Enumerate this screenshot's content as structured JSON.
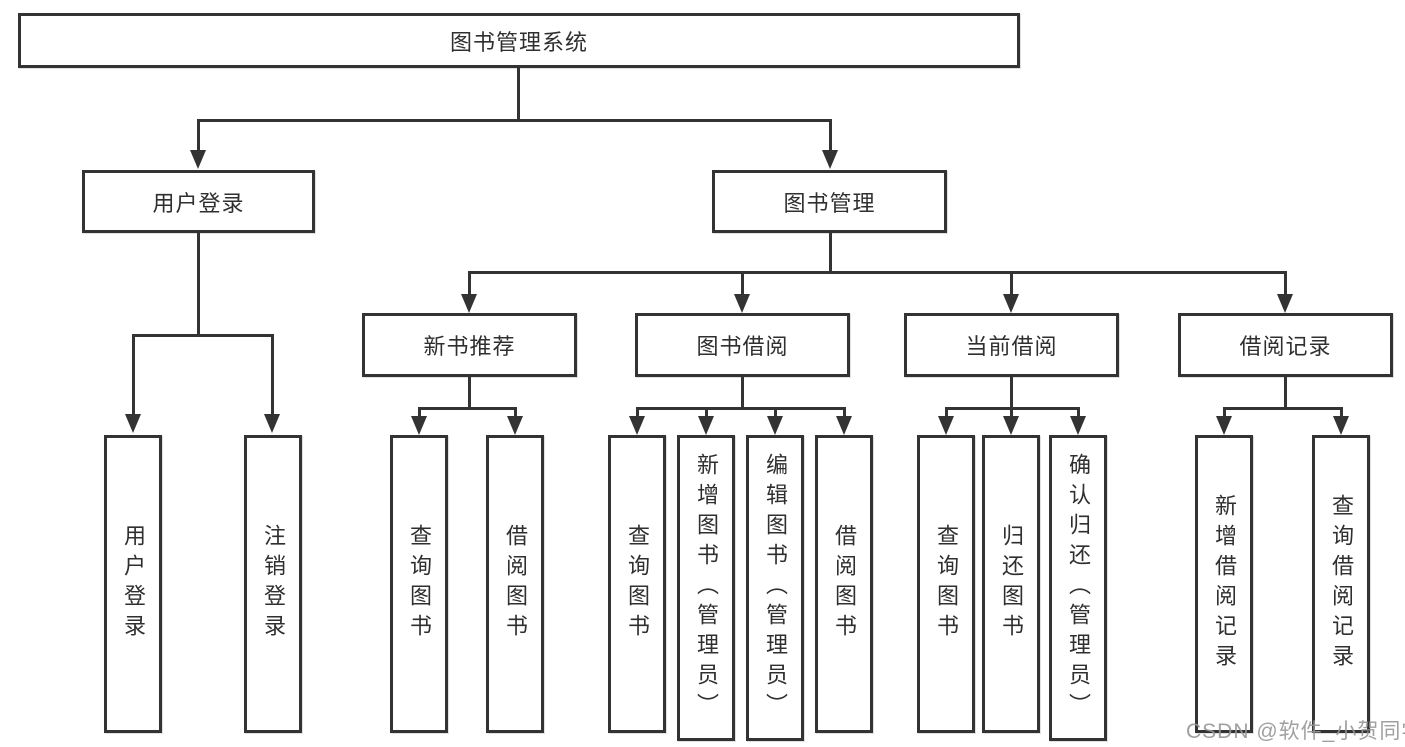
{
  "diagram": {
    "title": "图书管理系统",
    "watermark": "CSDN @软件_小贺同学",
    "colors": {
      "background": "#ffffff",
      "box_border": "#333333",
      "connector_line": "#333333",
      "text": "#2f2f2f",
      "watermark_text": "#969696"
    },
    "nodes": {
      "root": {
        "label": "图书管理系统"
      },
      "user_login": {
        "label": "用户登录"
      },
      "book_mgmt": {
        "label": "图书管理"
      },
      "new_book_rec": {
        "label": "新书推荐"
      },
      "book_borrow": {
        "label": "图书借阅"
      },
      "current_borrow": {
        "label": "当前借阅"
      },
      "borrow_record": {
        "label": "借阅记录"
      },
      "leaf_user_login": {
        "label": "用户登录"
      },
      "leaf_logout": {
        "label": "注销登录"
      },
      "leaf_query_book_1": {
        "label": "查询图书"
      },
      "leaf_borrow_book_1": {
        "label": "借阅图书"
      },
      "leaf_query_book_2": {
        "label": "查询图书"
      },
      "leaf_add_book": {
        "label": "新增图书（管理员）"
      },
      "leaf_edit_book": {
        "label": "编辑图书（管理员）"
      },
      "leaf_borrow_book_2": {
        "label": "借阅图书"
      },
      "leaf_query_book_3": {
        "label": "查询图书"
      },
      "leaf_return_book": {
        "label": "归还图书"
      },
      "leaf_confirm_return": {
        "label": "确认归还（管理员）"
      },
      "leaf_add_record": {
        "label": "新增借阅记录"
      },
      "leaf_query_record": {
        "label": "查询借阅记录"
      }
    }
  }
}
